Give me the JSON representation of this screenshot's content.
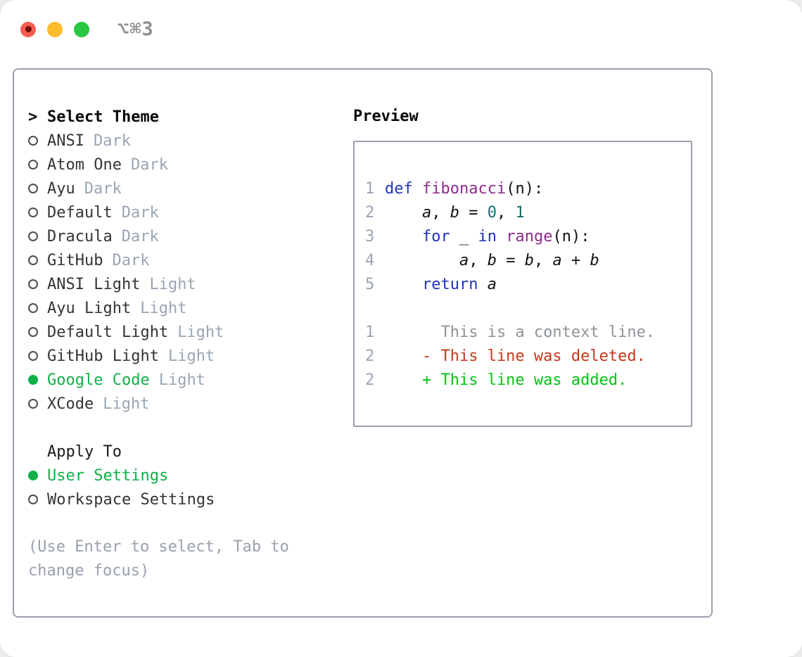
{
  "window": {
    "title": "⌥⌘3"
  },
  "theme_picker": {
    "header": {
      "prefix": ">",
      "label": "Select Theme"
    },
    "themes": [
      {
        "name": "ANSI",
        "variant": "Dark",
        "selected": false
      },
      {
        "name": "Atom One",
        "variant": "Dark",
        "selected": false
      },
      {
        "name": "Ayu",
        "variant": "Dark",
        "selected": false
      },
      {
        "name": "Default",
        "variant": "Dark",
        "selected": false
      },
      {
        "name": "Dracula",
        "variant": "Dark",
        "selected": false
      },
      {
        "name": "GitHub",
        "variant": "Dark",
        "selected": false
      },
      {
        "name": "ANSI Light",
        "variant": "Light",
        "selected": false
      },
      {
        "name": "Ayu Light",
        "variant": "Light",
        "selected": false
      },
      {
        "name": "Default Light",
        "variant": "Light",
        "selected": false
      },
      {
        "name": "GitHub Light",
        "variant": "Light",
        "selected": false
      },
      {
        "name": "Google Code",
        "variant": "Light",
        "selected": true
      },
      {
        "name": "XCode",
        "variant": "Light",
        "selected": false
      }
    ],
    "apply_to": {
      "label": "Apply To",
      "options": [
        {
          "name": "User Settings",
          "selected": true
        },
        {
          "name": "Workspace Settings",
          "selected": false
        }
      ]
    },
    "hint": "(Use Enter to select, Tab to change focus)"
  },
  "preview": {
    "title": "Preview",
    "code_lines": [
      {
        "num": "1",
        "tokens": [
          [
            "k",
            "def "
          ],
          [
            "t",
            "fibonacci"
          ],
          [
            "p",
            "(n):"
          ]
        ]
      },
      {
        "num": "2",
        "tokens": [
          [
            "p",
            "    "
          ],
          [
            "v",
            "a"
          ],
          [
            "p",
            ", "
          ],
          [
            "v",
            "b"
          ],
          [
            "p",
            " = "
          ],
          [
            "l",
            "0"
          ],
          [
            "p",
            ", "
          ],
          [
            "l",
            "1"
          ]
        ]
      },
      {
        "num": "3",
        "tokens": [
          [
            "p",
            "    "
          ],
          [
            "k",
            "for"
          ],
          [
            "p",
            " _ "
          ],
          [
            "k",
            "in"
          ],
          [
            "p",
            " "
          ],
          [
            "t",
            "range"
          ],
          [
            "p",
            "(n):"
          ]
        ]
      },
      {
        "num": "4",
        "tokens": [
          [
            "p",
            "        "
          ],
          [
            "v",
            "a"
          ],
          [
            "p",
            ", "
          ],
          [
            "v",
            "b"
          ],
          [
            "p",
            " = "
          ],
          [
            "v",
            "b"
          ],
          [
            "p",
            ", "
          ],
          [
            "v",
            "a"
          ],
          [
            "p",
            " + "
          ],
          [
            "v",
            "b"
          ]
        ]
      },
      {
        "num": "5",
        "tokens": [
          [
            "p",
            "    "
          ],
          [
            "k",
            "return "
          ],
          [
            "v",
            "a"
          ]
        ]
      }
    ],
    "diff_lines": [
      {
        "num": "1",
        "sign": " ",
        "text": "This is a context line.",
        "type": "context"
      },
      {
        "num": "2",
        "sign": "-",
        "text": "This line was deleted.",
        "type": "deleted"
      },
      {
        "num": "2",
        "sign": "+",
        "text": "This line was added.",
        "type": "added"
      }
    ]
  },
  "colors": {
    "accent-green": "#0fb148",
    "added-green": "#00c513",
    "deleted-red": "#c8361b",
    "keyword-blue": "#2233bb",
    "type-purple": "#8e2b8e",
    "literal-teal": "#0f6c6c",
    "num-gray": "#9ba4b5",
    "variant-gray": "#9aa5b4",
    "hint-gray": "#99a1ad",
    "context-gray": "#8f9499",
    "panel-border": "#9aa1ad",
    "title-gray": "#8f8f94",
    "tl-red": "#f45d52",
    "tl-red-dot": "#720e05",
    "tl-yellow": "#fcbb2d",
    "tl-green": "#28c840"
  }
}
